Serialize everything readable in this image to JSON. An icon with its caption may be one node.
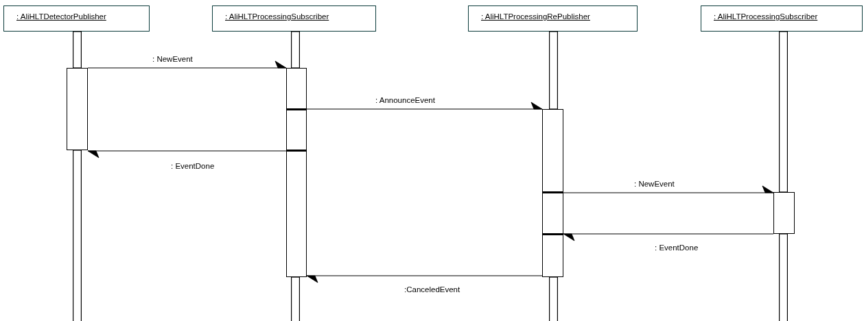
{
  "diagram": {
    "nodes": [
      {
        "text": [
          ": AliHLTDetectorPublisher"
        ]
      },
      {
        "text": [
          ": AliHLTProcessingSubscriber"
        ]
      },
      {
        "text": [
          ": AliHLTProcessingRePublisher"
        ]
      },
      {
        "text": [
          ": AliHLTProcessingSubscriber"
        ]
      },
      {
        "text": [],
        "shape": "lifeline"
      },
      {
        "text": [],
        "shape": "lifeline"
      },
      {
        "text": [],
        "shape": "lifeline"
      },
      {
        "text": [],
        "shape": "lifeline"
      },
      {
        "text": [],
        "shape": "bar"
      },
      {
        "text": [],
        "shape": "bar"
      },
      {
        "text": [],
        "shape": "bar"
      },
      {
        "text": [],
        "shape": "bar"
      }
    ],
    "edges": [
      {
        "from": 8,
        "to": 9,
        "arrow": "to",
        "label": ": NewEvent"
      },
      {
        "from": 9,
        "to": 10,
        "arrow": "to",
        "label": ": AnnounceEvent"
      },
      {
        "from": 9,
        "to": 8,
        "arrow": "to",
        "label": ": EventDone"
      },
      {
        "from": 10,
        "to": 11,
        "arrow": "to",
        "label": ": NewEvent"
      },
      {
        "from": 11,
        "to": 10,
        "arrow": "to",
        "label": ": EventDone"
      },
      {
        "from": 10,
        "to": 9,
        "arrow": "to",
        "label": ":CanceledEvent"
      }
    ]
  }
}
